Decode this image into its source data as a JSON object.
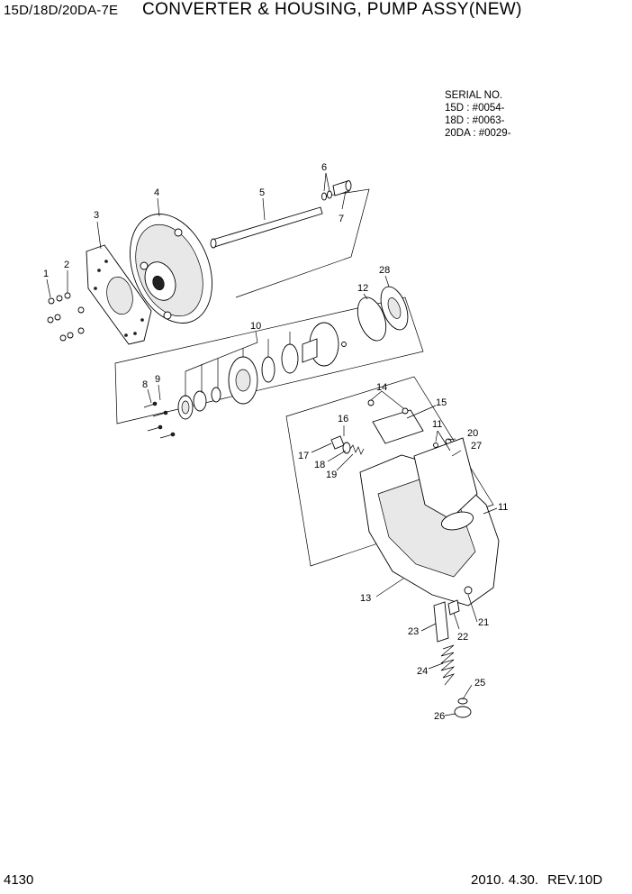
{
  "header": {
    "model": "15D/18D/20DA-7E",
    "title": "CONVERTER & HOUSING, PUMP ASSY(NEW)"
  },
  "serial": {
    "heading": "SERIAL NO.",
    "lines": [
      "15D : #0054-",
      "18D : #0063-",
      "20DA : #0029-"
    ]
  },
  "footer": {
    "page": "4130",
    "date": "2010. 4.30.",
    "revision": "REV.10D"
  },
  "callouts": [
    "1",
    "2",
    "3",
    "4",
    "5",
    "6",
    "7",
    "8",
    "9",
    "10",
    "11",
    "11",
    "11",
    "12",
    "13",
    "14",
    "15",
    "16",
    "17",
    "18",
    "19",
    "20",
    "21",
    "22",
    "23",
    "24",
    "25",
    "26",
    "27",
    "28"
  ]
}
